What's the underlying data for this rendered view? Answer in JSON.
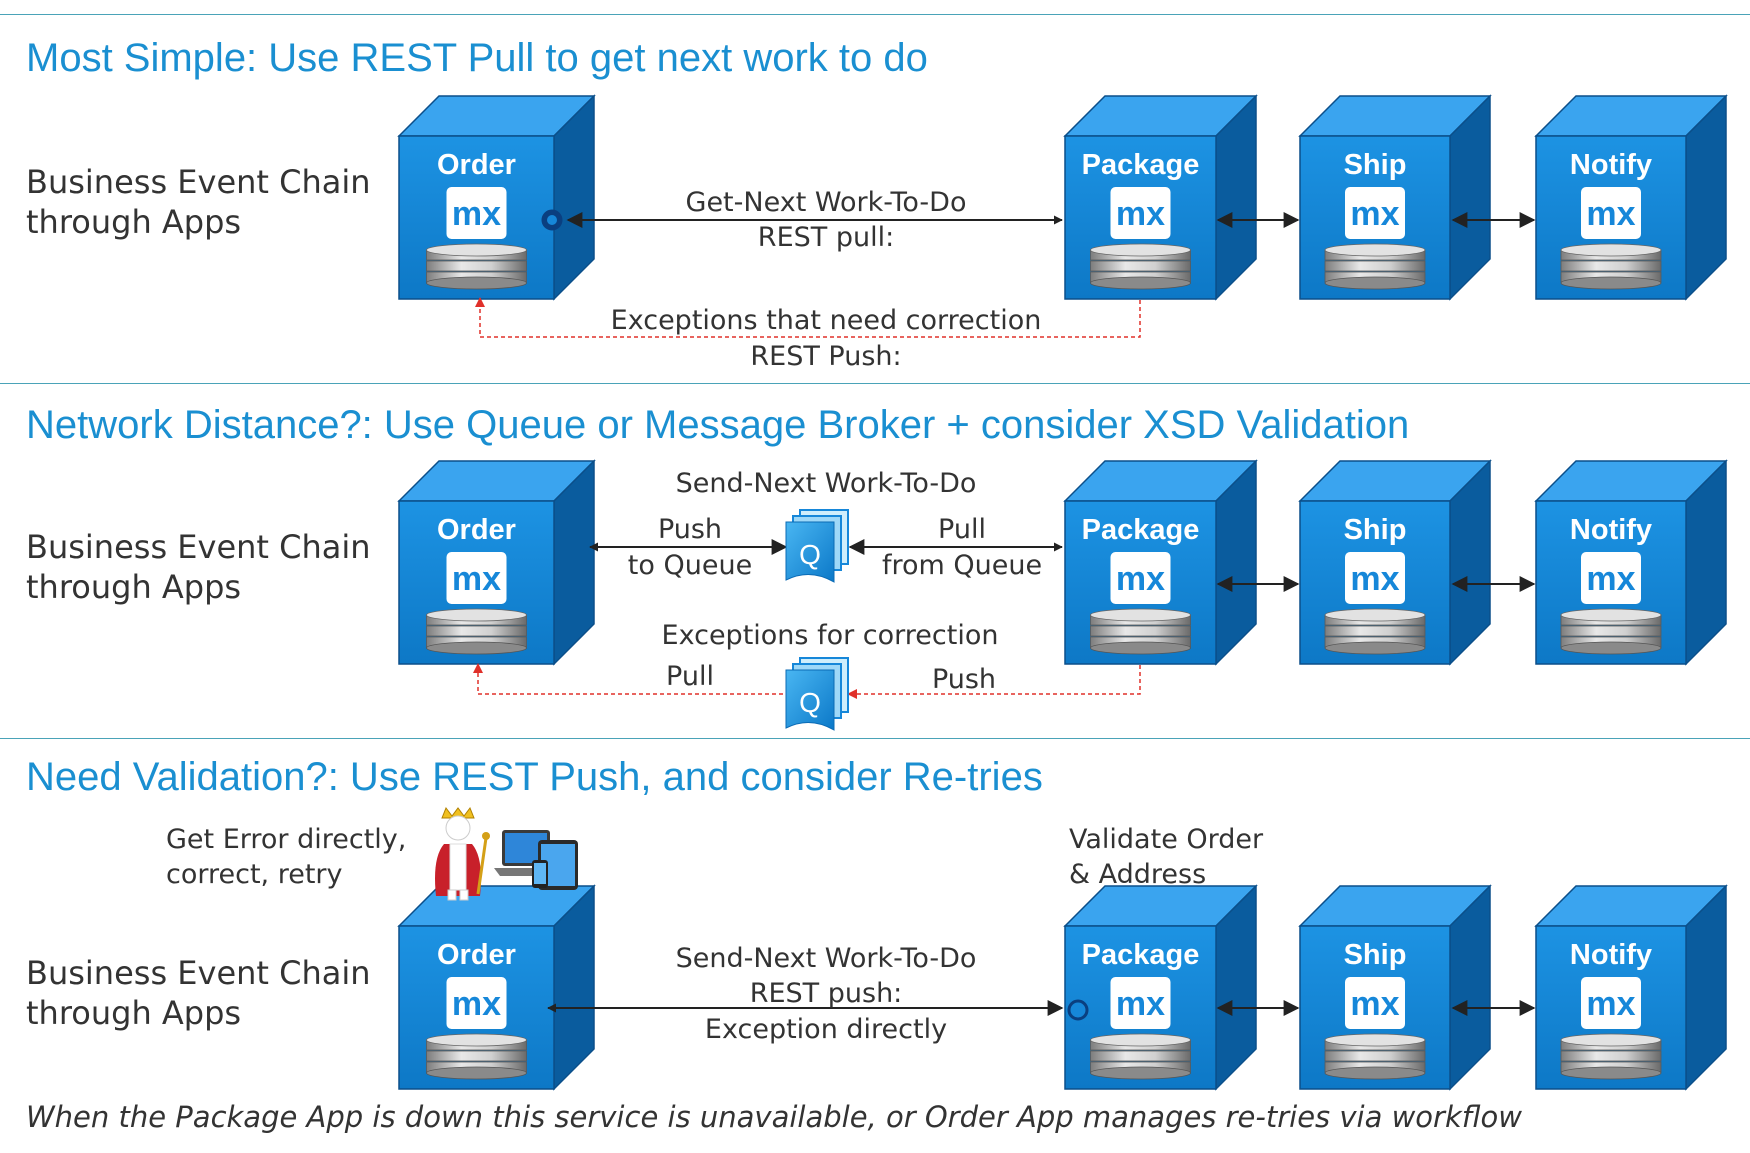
{
  "sections": [
    {
      "title": "Most Simple: Use REST Pull to get next work to do",
      "chain_label_line1": "Business Event Chain",
      "chain_label_line2": "through Apps",
      "main_link_title": "Get-Next Work-To-Do",
      "main_link_subtitle": "REST pull:",
      "exception_title": "Exceptions that need correction",
      "exception_subtitle": "REST Push:"
    },
    {
      "title": "Network Distance?: Use Queue or Message Broker + consider XSD Validation",
      "chain_label_line1": "Business Event Chain",
      "chain_label_line2": "through Apps",
      "main_link_title": "Send-Next Work-To-Do",
      "push_line1": "Push",
      "push_line2": "to Queue",
      "pull_line1": "Pull",
      "pull_line2": "from Queue",
      "queue_letter": "Q",
      "exception_title": "Exceptions for correction",
      "exception_pull": "Pull",
      "exception_push": "Push"
    },
    {
      "title": "Need Validation?: Use REST Push, and consider Re-tries",
      "chain_label_line1": "Business Event Chain",
      "chain_label_line2": "through Apps",
      "get_error_line1": "Get Error directly,",
      "get_error_line2": "correct, retry",
      "validate_line1": "Validate Order",
      "validate_line2": "& Address",
      "main_link_title": "Send-Next Work-To-Do",
      "main_link_subtitle": "REST push:",
      "main_link_note": "Exception directly"
    }
  ],
  "apps": [
    "Order",
    "Package",
    "Ship",
    "Notify"
  ],
  "app_logo": "mx",
  "footer_note": "When the Package App is down this service is unavailable, or Order App manages re-tries via workflow",
  "colors": {
    "title_blue": "#1a8fd1",
    "cube_front": "#1687d9",
    "cube_top": "#3aa4ef",
    "cube_side": "#0a5c9e",
    "exception_red": "#e0302a",
    "divider": "#4aa3b8"
  },
  "icons": [
    "queue-icon",
    "database-icon",
    "king-person-icon",
    "devices-icon"
  ]
}
